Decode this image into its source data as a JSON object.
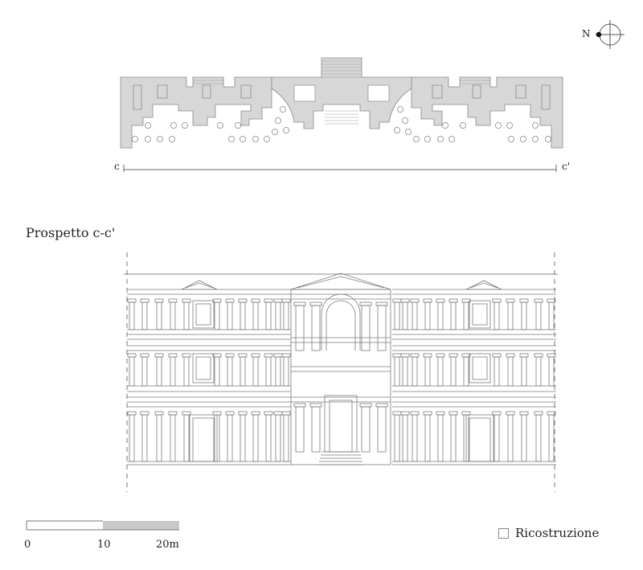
{
  "compass": {
    "north_label": "N"
  },
  "plan": {
    "section_left_label": "c",
    "section_right_label": "c'"
  },
  "elevation": {
    "title": "Prospetto c-c'"
  },
  "scale_bar": {
    "labels": [
      "0",
      "10",
      "20m"
    ]
  },
  "legend": {
    "label": "Ricostruzione",
    "swatch_color": "#ffffff"
  },
  "colors": {
    "plan_fill": "#d7d7d7",
    "line": "#7a7a7a",
    "scale_fill": "#c8c8c8"
  }
}
